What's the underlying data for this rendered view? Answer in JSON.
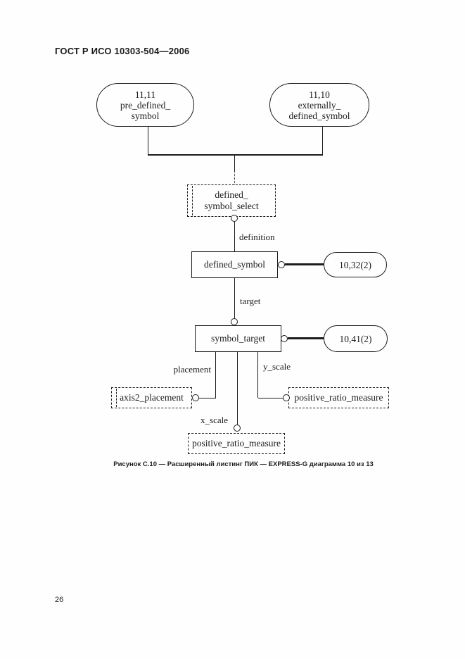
{
  "header": {
    "title": "ГОСТ Р ИСО 10303-504—2006"
  },
  "footer": {
    "page_number": "26"
  },
  "caption": "Рисунок С.10 — Расширенный листинг ПИК — EXPRESS-G диаграмма 10 из 13",
  "diagram": {
    "notation": "EXPRESS-G",
    "page_ref_top_left": {
      "ref": "11,11",
      "name_line1": "pre_defined_",
      "name_line2": "symbol"
    },
    "page_ref_top_right": {
      "ref": "11,10",
      "name_line1": "externally_",
      "name_line2": "defined_symbol"
    },
    "select_defined_symbol": {
      "line1": "defined_",
      "line2": "symbol_select"
    },
    "entity_defined_symbol": {
      "label": "defined_symbol"
    },
    "page_ref_defined_symbol": {
      "label": "10,32(2)"
    },
    "entity_symbol_target": {
      "label": "symbol_target"
    },
    "page_ref_symbol_target": {
      "label": "10,41(2)"
    },
    "type_axis2_placement": {
      "label": "axis2_placement"
    },
    "type_positive_ratio_right": {
      "label": "positive_ratio_measure"
    },
    "type_positive_ratio_bottom": {
      "label": "positive_ratio_measure"
    },
    "labels": {
      "definition": "definition",
      "target": "target",
      "placement": "placement",
      "y_scale": "y_scale",
      "x_scale": "x_scale"
    }
  }
}
